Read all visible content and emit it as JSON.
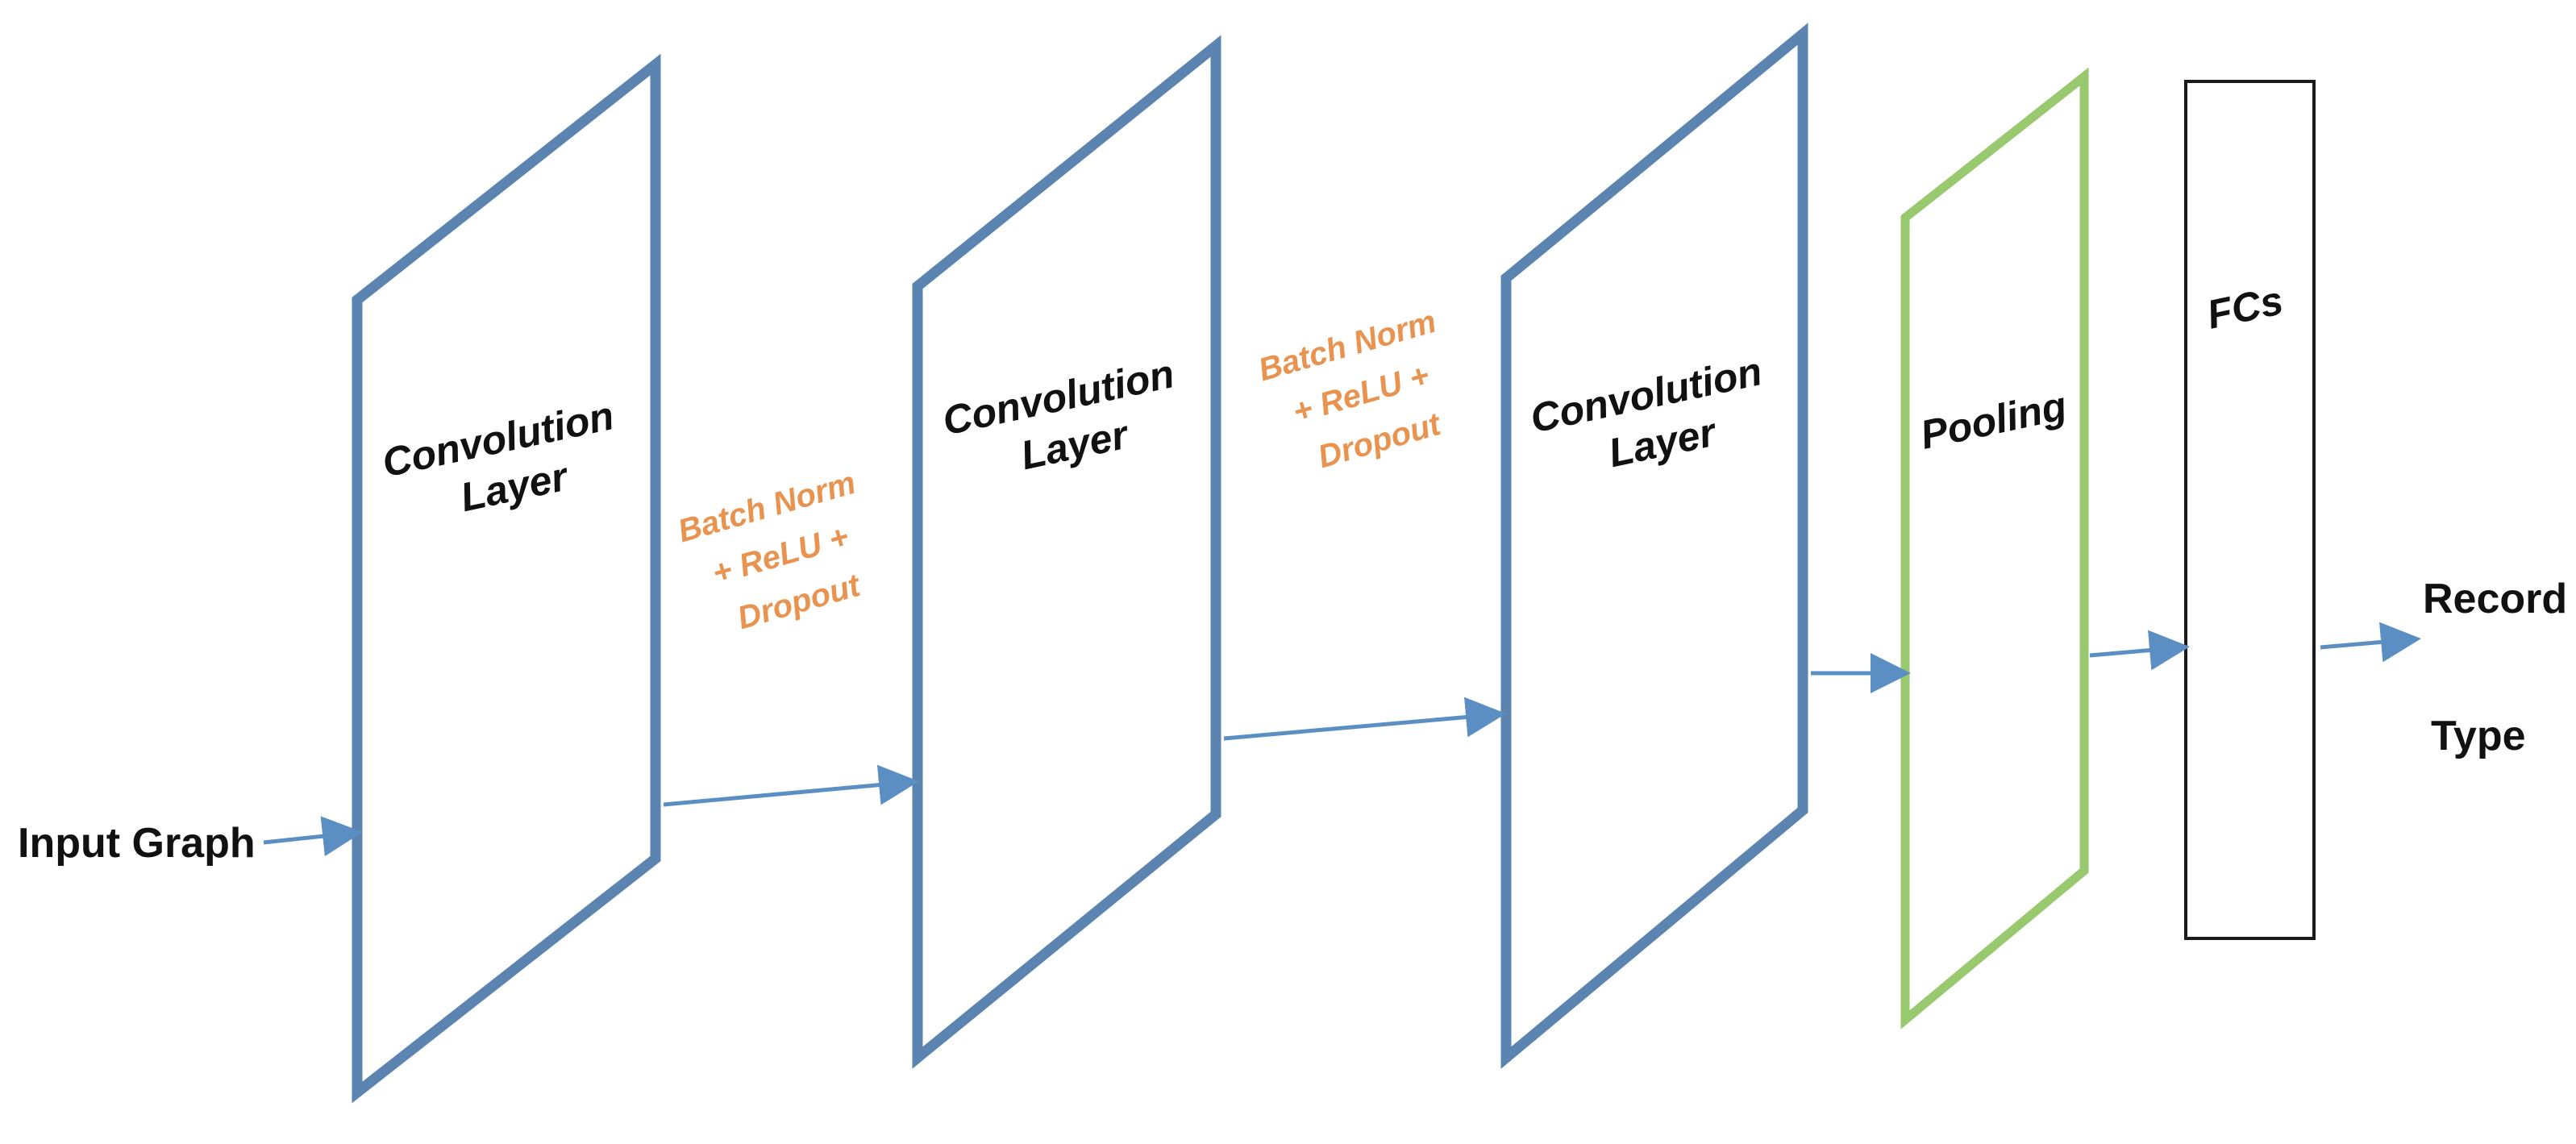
{
  "colors": {
    "conv_border": "#5b84b1",
    "pool_border": "#98c96e",
    "fc_border": "#1a1a1a",
    "arrow": "#5b8fc4",
    "op_text": "#e89450",
    "text": "#111111"
  },
  "input_label": "Input Graph",
  "conv_layers": [
    {
      "line1": "Convolution",
      "line2": "Layer"
    },
    {
      "line1": "Convolution",
      "line2": "Layer"
    },
    {
      "line1": "Convolution",
      "line2": "Layer"
    }
  ],
  "ops": [
    {
      "line1": "Batch Norm",
      "line2": "+ ReLU +",
      "line3": "Dropout"
    },
    {
      "line1": "Batch Norm",
      "line2": "+ ReLU +",
      "line3": "Dropout"
    }
  ],
  "pooling_label": "Pooling",
  "fc_label": "FCs",
  "output_label": {
    "line1": "Record",
    "line2": "Type"
  }
}
